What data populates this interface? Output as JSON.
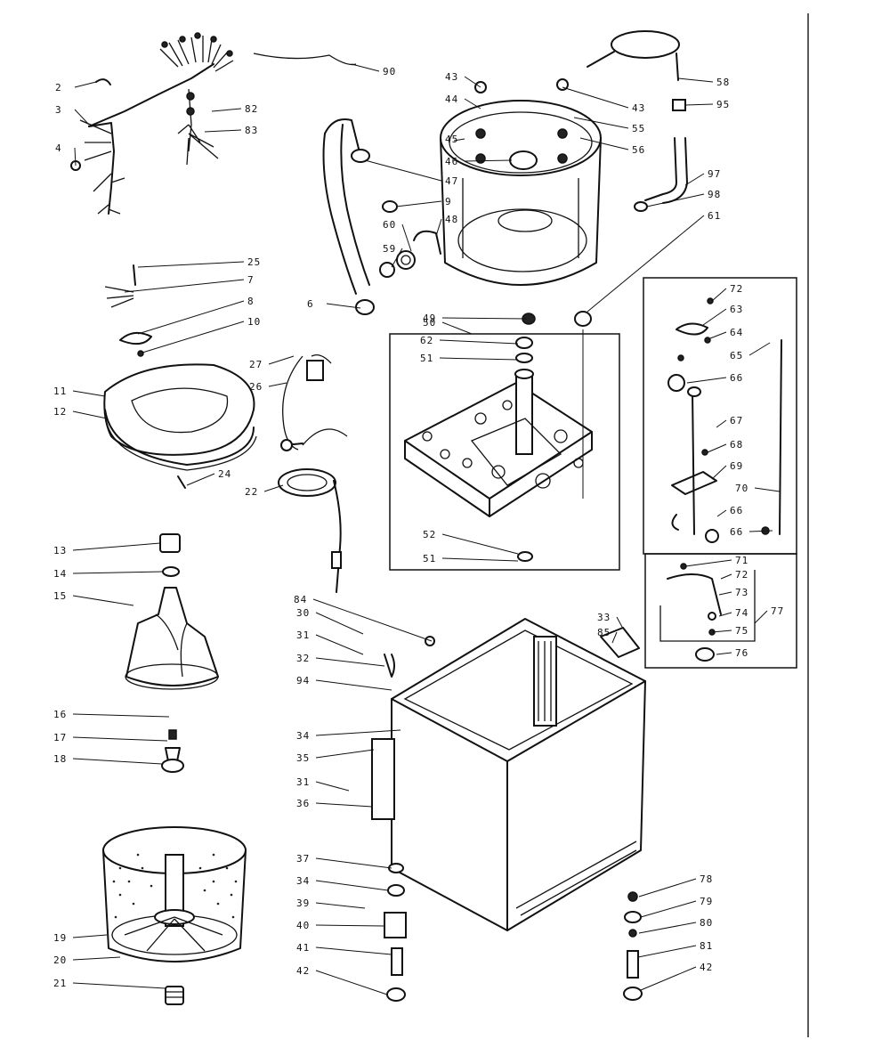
{
  "diagram": {
    "type": "exploded parts diagram",
    "callouts": [
      "2",
      "3",
      "4",
      "90",
      "43",
      "44",
      "45",
      "46",
      "47",
      "9",
      "48",
      "60",
      "59",
      "6",
      "58",
      "95",
      "43",
      "55",
      "56",
      "97",
      "98",
      "61",
      "82",
      "83",
      "25",
      "7",
      "8",
      "10",
      "27",
      "26",
      "11",
      "12",
      "24",
      "22",
      "49",
      "50",
      "62",
      "51",
      "52",
      "51",
      "72",
      "63",
      "64",
      "65",
      "66",
      "67",
      "68",
      "69",
      "70",
      "66",
      "66",
      "71",
      "72",
      "73",
      "74",
      "75",
      "77",
      "76",
      "13",
      "14",
      "15",
      "16",
      "17",
      "18",
      "19",
      "20",
      "21",
      "84",
      "30",
      "31",
      "32",
      "33",
      "85",
      "94",
      "34",
      "35",
      "31",
      "36",
      "37",
      "34",
      "39",
      "40",
      "41",
      "42",
      "78",
      "79",
      "80",
      "81",
      "42"
    ]
  }
}
